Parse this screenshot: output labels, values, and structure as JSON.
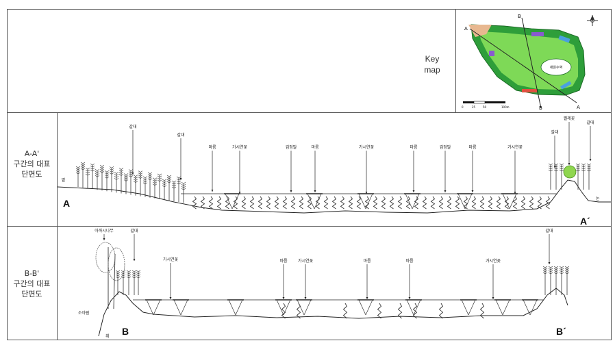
{
  "key_map": {
    "label_line1": "Key",
    "label_line2": "map",
    "section_a": "A",
    "section_b": "B",
    "center_label": "재원수역",
    "scale_ticks": [
      "0",
      "25",
      "50",
      "100m"
    ]
  },
  "sections": [
    {
      "id": "A-A'",
      "row_label": [
        "A-A'",
        "구간의 대표",
        "단면도"
      ],
      "start_marker": "A",
      "end_marker": "A´",
      "left_edge_label": "밭",
      "right_edge_label": "논",
      "callouts": [
        "갈대",
        "갈대",
        "마름",
        "가시연꽃",
        "검정말",
        "마름",
        "가시연꽃",
        "마름",
        "검정말",
        "마름",
        "가시연꽃",
        "갈대",
        "찔레꽃",
        "갈대"
      ]
    },
    {
      "id": "B-B'",
      "row_label": [
        "B-B'",
        "구간의 대표",
        "단면도"
      ],
      "start_marker": "B",
      "end_marker": "B´",
      "left_edge_label": "소야원",
      "bottom_label": "취",
      "callouts": [
        "아까시나무",
        "갈대",
        "가시연꽃",
        "마름",
        "가시연꽃",
        "마름",
        "마름",
        "가시연꽃",
        "갈대"
      ]
    }
  ],
  "colors": {
    "border": "#555555",
    "map_green": "#7ed957",
    "map_dark_green": "#2e9e3a",
    "map_light": "#d8f0b8",
    "map_tan": "#e8b890",
    "map_purple": "#8a5ad0",
    "map_blue": "#4aa0e0",
    "map_red": "#e05040"
  }
}
